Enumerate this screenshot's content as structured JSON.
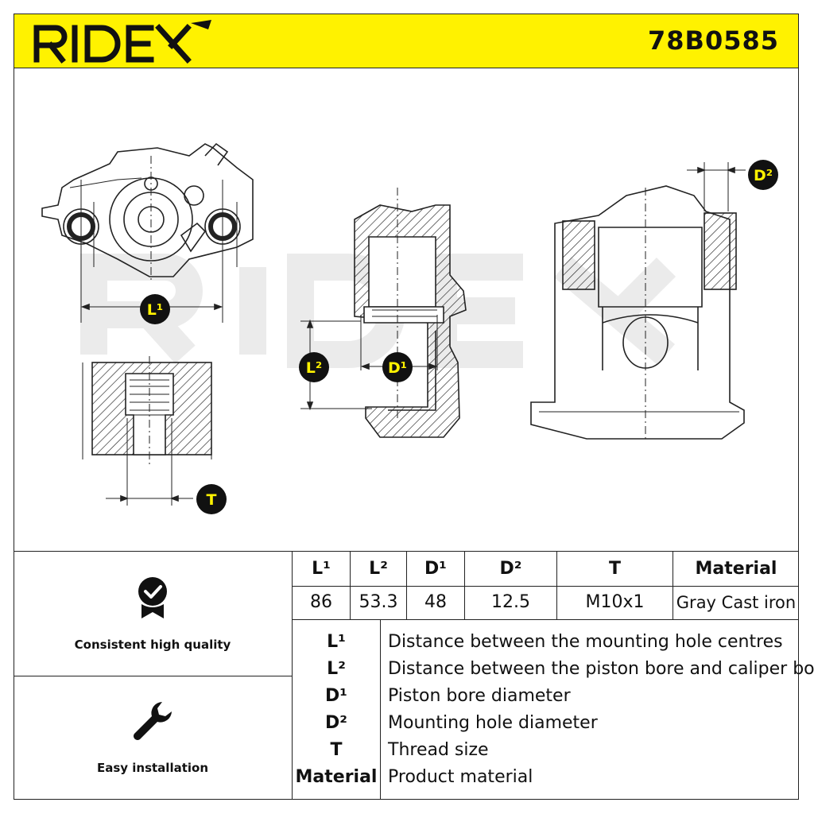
{
  "header": {
    "brand": "RIDEX",
    "part_number": "78B0585"
  },
  "drawing": {
    "watermark": "RIDEX",
    "labels": {
      "l1": "L¹",
      "l2": "L²",
      "d1": "D¹",
      "d2": "D²",
      "t": "T"
    }
  },
  "features": [
    {
      "icon": "quality-badge-icon",
      "label": "Consistent high quality"
    },
    {
      "icon": "wrench-icon",
      "label": "Easy installation"
    }
  ],
  "spec_table": {
    "headers": [
      "L¹",
      "L²",
      "D¹",
      "D²",
      "T",
      "Material"
    ],
    "values": [
      "86",
      "53.3",
      "48",
      "12.5",
      "M10x1",
      "Gray Cast iron"
    ]
  },
  "legend": [
    {
      "key": "L¹",
      "desc": "Distance between the mounting hole centres"
    },
    {
      "key": "L²",
      "desc": "Distance between the piston bore and caliper body"
    },
    {
      "key": "D¹",
      "desc": "Piston bore diameter"
    },
    {
      "key": "D²",
      "desc": "Mounting hole diameter"
    },
    {
      "key": "T",
      "desc": "Thread size"
    },
    {
      "key": "Material",
      "desc": "Product material"
    }
  ],
  "colors": {
    "brand_yellow": "#fff200",
    "line": "#222222",
    "marker": "#111111",
    "watermark": "#e6e6e6"
  }
}
